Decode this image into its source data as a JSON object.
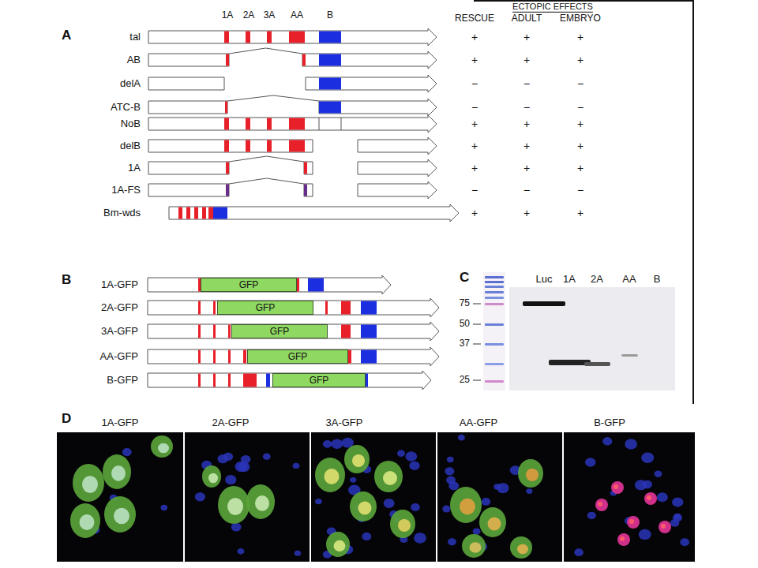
{
  "diagram": {
    "nodes": [
      {
        "text": [
          "GFP"
        ]
      },
      {
        "text": [
          "GFP"
        ]
      },
      {
        "text": [
          "GFP"
        ]
      },
      {
        "text": [
          "GFP"
        ]
      },
      {
        "text": [
          "GFP"
        ]
      }
    ],
    "labels": [
      "A",
      "1A",
      "2A",
      "3A",
      "AA",
      "B",
      "ECTOPIC EFFECTS",
      "RESCUE",
      "ADULT",
      "EMBRYO",
      "tal",
      "AB",
      "delA",
      "ATC-B",
      "NoB",
      "delB",
      "1A",
      "1A-FS",
      "Bm-wds",
      "+",
      "+",
      "+",
      "+",
      "+",
      "+",
      "−",
      "−",
      "−",
      "−",
      "−",
      "−",
      "+",
      "+",
      "+",
      "+",
      "+",
      "+",
      "+",
      "+",
      "+",
      "−",
      "−",
      "−",
      "+",
      "+",
      "+",
      "B",
      "1A-GFP",
      "2A-GFP",
      "3A-GFP",
      "AA-GFP",
      "B-GFP",
      "C",
      "Luc",
      "1A",
      "2A",
      "AA",
      "B",
      "75",
      "50",
      "37",
      "25",
      "D",
      "1A-GFP",
      "2A-GFP",
      "3A-GFP",
      "AA-GFP",
      "B-GFP"
    ]
  }
}
